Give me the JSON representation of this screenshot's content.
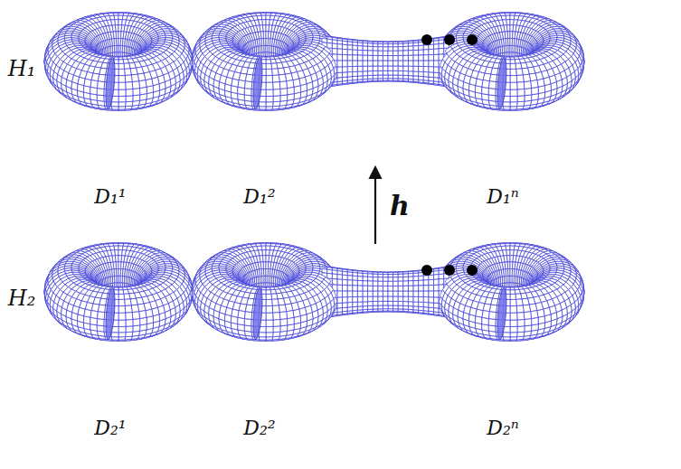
{
  "diagram": {
    "labels": [
      "H₁",
      "D₁¹",
      "D₁²",
      "D₁ⁿ",
      "h",
      "H₂",
      "D₂¹",
      "D₂²",
      "D₂ⁿ"
    ]
  }
}
